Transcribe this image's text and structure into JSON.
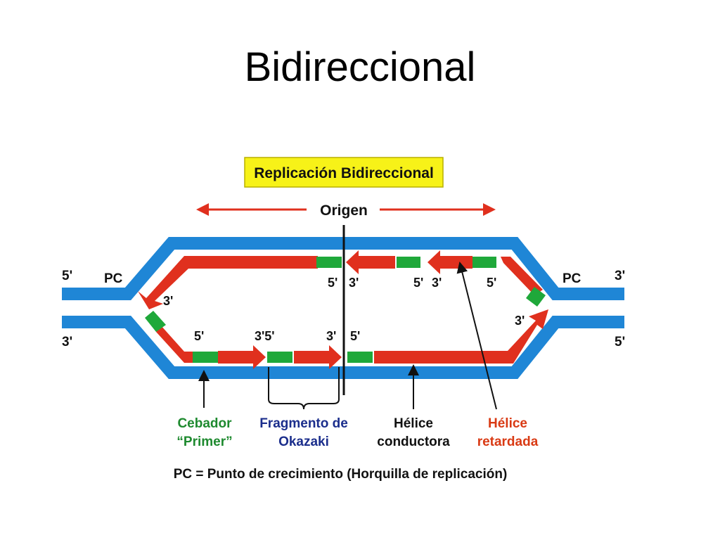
{
  "slide": {
    "title": "Bidireccional"
  },
  "diagram": {
    "header": "Replicación Bidireccional",
    "origin": "Origen",
    "end_labels": {
      "top_left": "5'",
      "bottom_left": "3'",
      "top_right": "3'",
      "bottom_right": "5'",
      "fork_left": "PC",
      "fork_right": "PC"
    },
    "strand_labels": {
      "top_5_a": "5'",
      "top_3_a": "3'",
      "top_5_b": "5'",
      "top_3_b": "3'",
      "top_5_c": "5'",
      "left_3": "3'",
      "right_3": "3'",
      "bottom_5_a": "5'",
      "bottom_3_5": "3'5'",
      "bottom_3_b": "3'",
      "bottom_5_b": "5'"
    },
    "legend": {
      "primer_line1": "Cebador",
      "primer_line2": "“Primer”",
      "okazaki_line1": "Fragmento de",
      "okazaki_line2": "Okazaki",
      "leading_line1": "Hélice",
      "leading_line2": "conductora",
      "lagging_line1": "Hélice",
      "lagging_line2": "retardada"
    },
    "footnote": "PC = Punto de crecimiento (Horquilla de replicación)",
    "colors": {
      "parental": "#1f86d6",
      "new_strand": "#e0301e",
      "primer": "#1fa83a",
      "header_bg": "#f7f218",
      "primer_text": "#1e8a2f",
      "okazaki_text": "#1b2e8c",
      "lagging_text": "#d93a14"
    }
  }
}
